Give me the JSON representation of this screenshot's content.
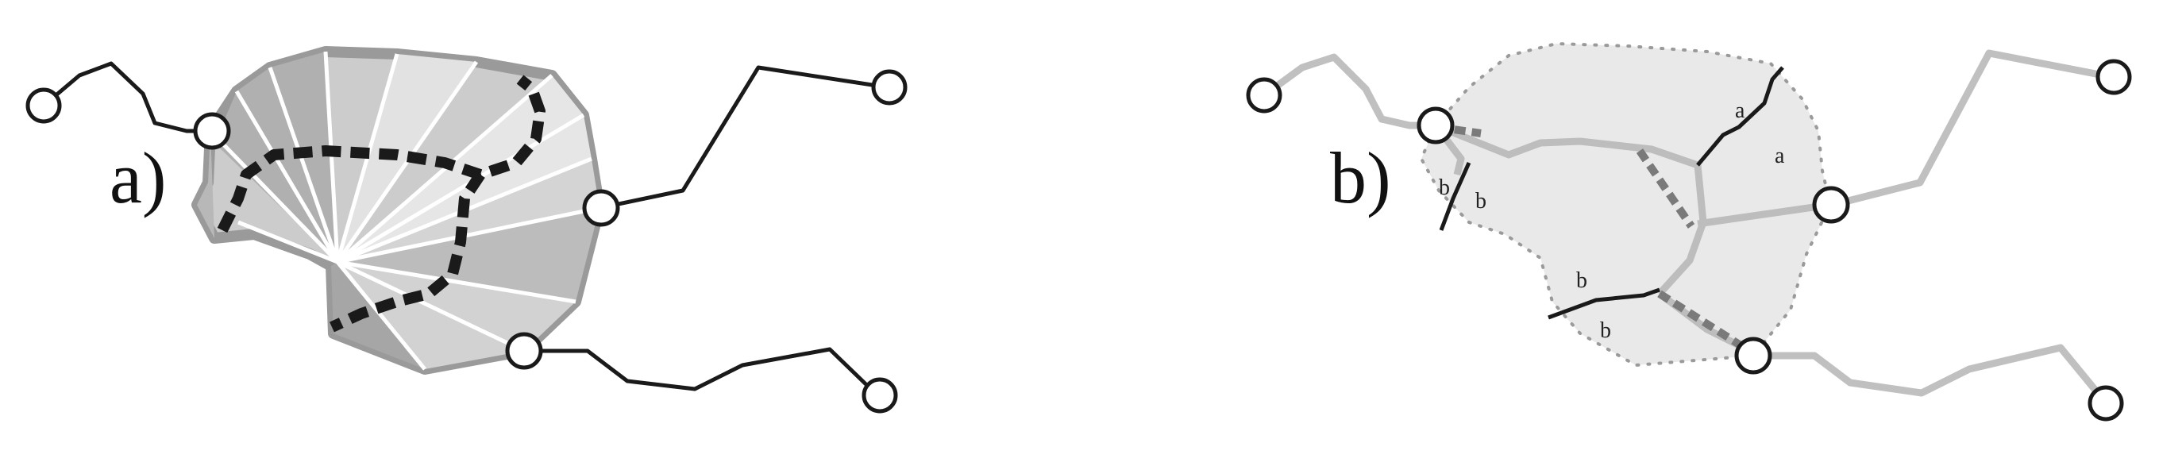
{
  "figure": {
    "panel_a": {
      "label": "a)",
      "colors": {
        "outline": "#9a9a9a",
        "fill_dark": "#a8a8a8",
        "fill_mid": "#cccccc",
        "fill_light": "#e6e6e6",
        "path": "#1a1a1a",
        "node_fill": "#ffffff"
      }
    },
    "panel_b": {
      "label": "b)",
      "edge_labels": [
        "a",
        "a",
        "b",
        "b",
        "b",
        "b"
      ],
      "colors": {
        "region": "#e9e9e9",
        "boundary_dots": "#9a9a9a",
        "skeleton": "#bdbdbd",
        "dashed": "#7a7a7a",
        "edges": "#1a1a1a",
        "lines": "#c0c0c0",
        "node_fill": "#ffffff"
      }
    }
  }
}
